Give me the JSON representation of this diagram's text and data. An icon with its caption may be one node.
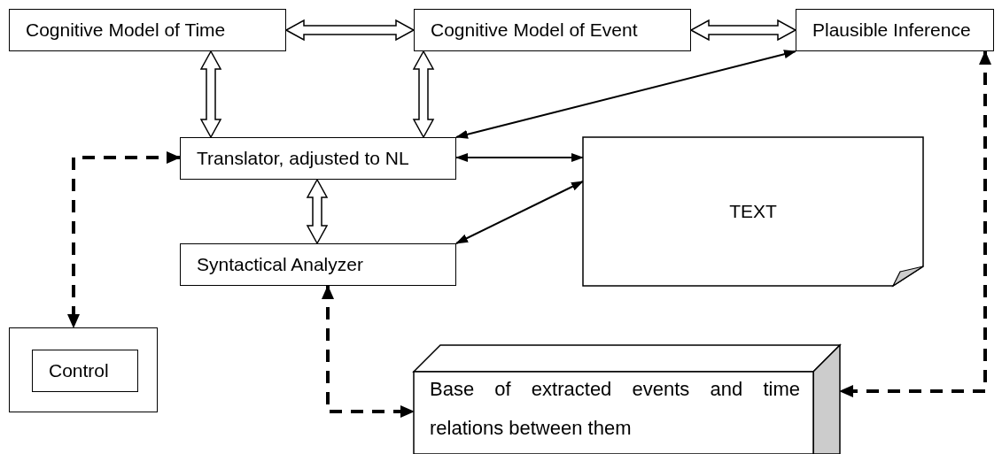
{
  "diagram": {
    "nodes": [
      {
        "text": [
          "Cognitive Model of Time"
        ]
      },
      {
        "text": [
          "Cognitive Model of Event"
        ]
      },
      {
        "text": [
          "Plausible Inference"
        ]
      },
      {
        "text": [
          "Translator, adjusted to NL"
        ]
      },
      {
        "text": [
          "TEXT"
        ]
      },
      {
        "text": [
          "Syntactical Analyzer"
        ]
      },
      {
        "text": [],
        "shape": "box"
      },
      {
        "text": [
          "Control"
        ],
        "in": 6
      },
      {
        "text": [
          "Base of extracted events and time relations between them"
        ]
      }
    ],
    "edges": [
      {
        "from": 0,
        "to": 1,
        "arrow": "both",
        "style": "thick"
      },
      {
        "from": 1,
        "to": 2,
        "arrow": "both",
        "style": "thick"
      },
      {
        "from": 0,
        "to": 3,
        "arrow": "both",
        "style": "thick"
      },
      {
        "from": 1,
        "to": 3,
        "arrow": "both",
        "style": "thick"
      },
      {
        "from": 2,
        "to": 3,
        "arrow": "both"
      },
      {
        "from": 3,
        "to": 4,
        "arrow": "both"
      },
      {
        "from": 5,
        "to": 4,
        "arrow": "both"
      },
      {
        "from": 3,
        "to": 5,
        "arrow": "both",
        "style": "thick"
      },
      {
        "from": 3,
        "to": 6,
        "arrow": "both",
        "style": "dashed"
      },
      {
        "from": 5,
        "to": 8,
        "arrow": "both",
        "style": "dashed"
      },
      {
        "from": 2,
        "to": 8,
        "arrow": "both",
        "style": "dashed"
      }
    ]
  }
}
